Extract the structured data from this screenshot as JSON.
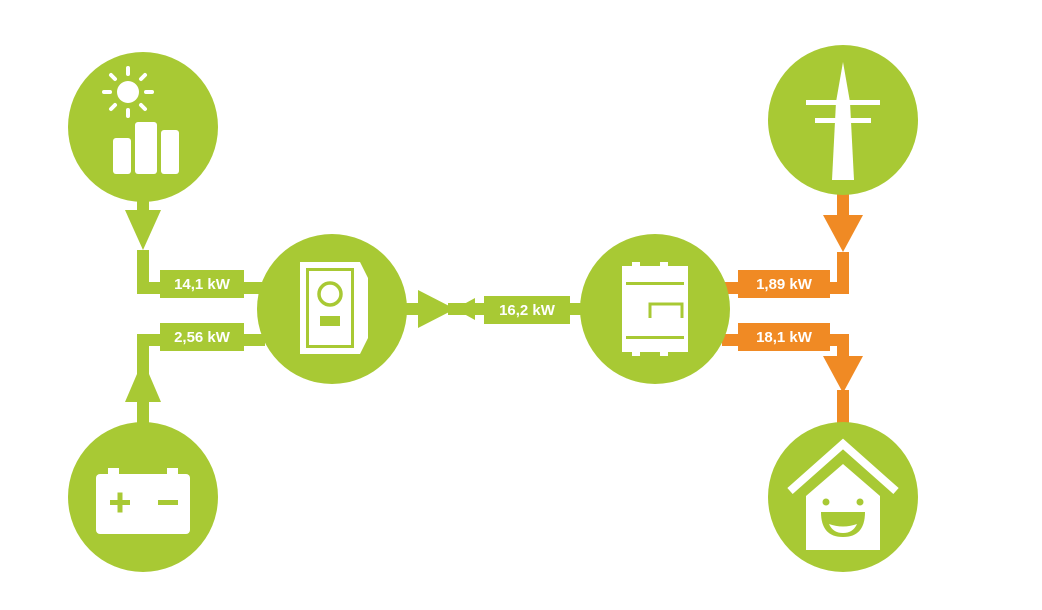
{
  "colors": {
    "green": "#a8c934",
    "orange": "#f08a24",
    "white": "#ffffff"
  },
  "nodes": {
    "pv": {
      "icon": "solar-pv-icon"
    },
    "battery": {
      "icon": "battery-icon"
    },
    "inverter": {
      "icon": "inverter-icon"
    },
    "meter": {
      "icon": "energy-meter-icon"
    },
    "grid": {
      "icon": "power-pylon-icon"
    },
    "house": {
      "icon": "smiling-house-icon"
    }
  },
  "flows": {
    "pv_to_inverter": {
      "value": "14,1 kW",
      "color": "green"
    },
    "battery_to_inverter": {
      "value": "2,56 kW",
      "color": "green"
    },
    "inverter_to_meter": {
      "value": "16,2 kW",
      "color": "green"
    },
    "grid_to_meter": {
      "value": "1,89 kW",
      "color": "orange"
    },
    "meter_to_house": {
      "value": "18,1 kW",
      "color": "orange"
    }
  }
}
